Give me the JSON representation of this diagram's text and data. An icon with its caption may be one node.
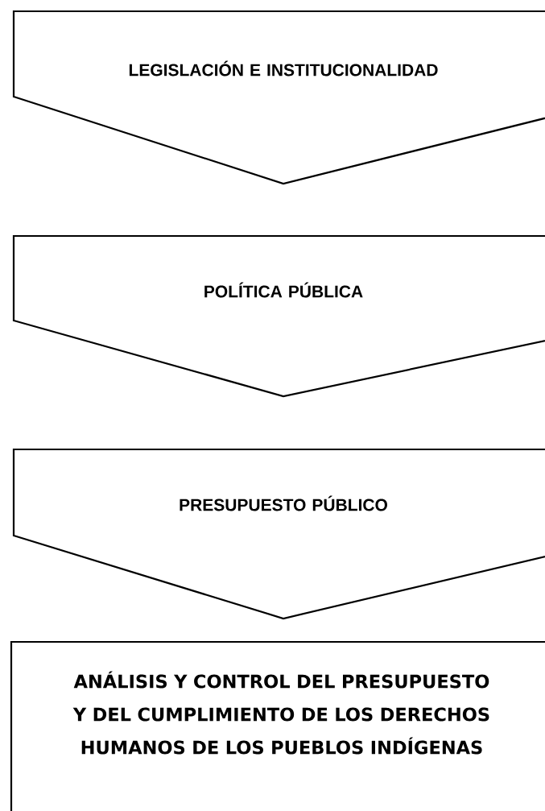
{
  "diagram": {
    "nodes": [
      {
        "text": [
          "LEGISLACIÓN E INSTITUCIONALIDAD"
        ]
      },
      {
        "text": [
          "POLÍTICA PÚBLICA"
        ]
      },
      {
        "text": [
          "PRESUPUESTO PÚBLICO"
        ]
      },
      {
        "text": [
          "ANÁLISIS Y CONTROL DEL PRESUPUESTO Y DEL CUMPLIMIENTO DE LOS DERECHOS HUMANOS DE LOS PUEBLOS INDÍGENAS"
        ]
      }
    ]
  }
}
